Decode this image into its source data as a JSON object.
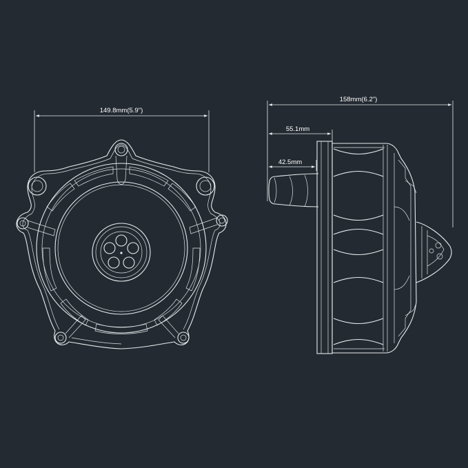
{
  "colors": {
    "background": "#232a31",
    "line": "#e8ecef"
  },
  "dimensions": {
    "front_width": "149.8mm(5.9\")",
    "side_total": "158mm(6.2\")",
    "side_mount": "55.1mm",
    "side_inlet": "42.5mm"
  }
}
